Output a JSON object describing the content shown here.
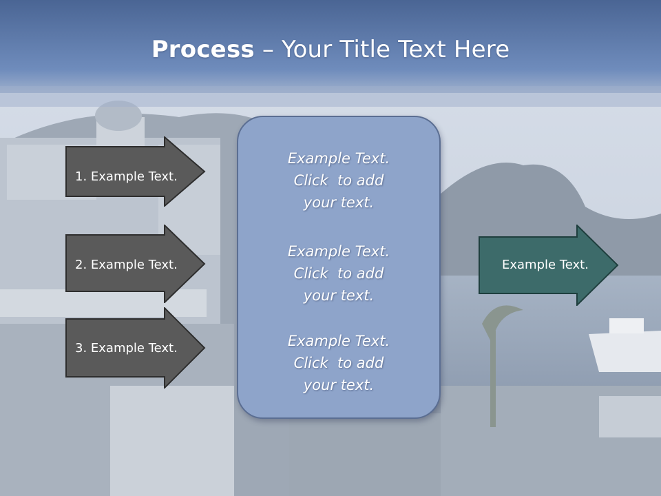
{
  "slide": {
    "title_bold": "Process",
    "title_rest": " – Your Title Text Here",
    "left_arrows": [
      {
        "label": "1. Example Text."
      },
      {
        "label": "2. Example Text."
      },
      {
        "label": "3. Example Text."
      }
    ],
    "center_blocks": [
      {
        "lines": [
          "Example Text.",
          "Click  to add",
          "your text."
        ]
      },
      {
        "lines": [
          "Example Text.",
          "Click  to add",
          "your text."
        ]
      },
      {
        "lines": [
          "Example Text.",
          "Click  to add",
          "your text."
        ]
      }
    ],
    "right_arrow": {
      "label": "Example Text."
    }
  },
  "colors": {
    "header_top": "#4a6594",
    "header_bottom": "#6f8cbc",
    "left_arrow_fill": "#5a5a5a",
    "right_arrow_fill": "#3d6b6a",
    "center_box_fill": "#8ea4ca"
  }
}
